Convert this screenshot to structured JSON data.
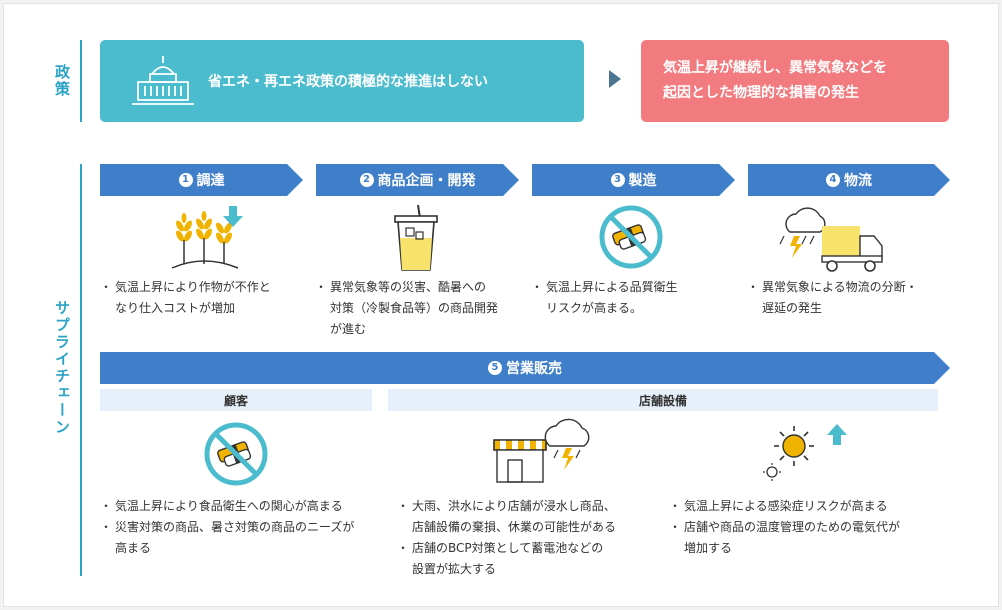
{
  "sections": {
    "policy_label": "政策",
    "supply_label": "サプライチェーン"
  },
  "policy": {
    "left_text": "省エネ・再エネ政策の積極的な推進はしない",
    "right_lines": [
      "気温上昇が継続し、異常気象などを",
      "起因とした物理的な損害の発生"
    ]
  },
  "stages": [
    {
      "num": "1",
      "label": "調達",
      "bullets": [
        [
          "気温上昇により作物が不作と",
          "なり仕入コストが増加"
        ]
      ]
    },
    {
      "num": "2",
      "label": "商品企画・開発",
      "bullets": [
        [
          "異常気象等の災害、酷暑への",
          "対策（冷製食品等）の商品開発",
          "が進む"
        ]
      ]
    },
    {
      "num": "3",
      "label": "製造",
      "bullets": [
        [
          "気温上昇による品質衛生",
          "リスクが高まる。"
        ]
      ]
    },
    {
      "num": "4",
      "label": "物流",
      "bullets": [
        [
          "異常気象による物流の分断・",
          "遅延の発生"
        ]
      ]
    }
  ],
  "sales": {
    "num": "5",
    "label": "営業販売",
    "customer_header": "顧客",
    "store_header": "店舗設備",
    "customer_bullets": [
      [
        "気温上昇により食品衛生への関心が高まる"
      ],
      [
        "災害対策の商品、暑さ対策の商品のニーズが",
        "高まる"
      ]
    ],
    "store_bullets": [
      [
        "大雨、洪水により店舗が浸水し商品、",
        "店舗設備の棄損、休業の可能性がある"
      ],
      [
        "店舗のBCP対策として蓄電池などの",
        "設置が拡大する"
      ]
    ],
    "heat_bullets": [
      [
        "気温上昇による感染症リスクが高まる"
      ],
      [
        "店舗や商品の温度管理のための電気代が",
        "増加する"
      ]
    ]
  },
  "icons": [
    "government-building-icon",
    "wheat-icon",
    "down-arrow-icon",
    "juice-drink-icon",
    "prohibited-food-icon",
    "storm-cloud-icon",
    "truck-icon",
    "storefront-icon",
    "sun-icon",
    "up-arrow-icon"
  ],
  "colors": {
    "teal": "#4bbccd",
    "pink": "#f27b80",
    "blue": "#3f7ec9",
    "label": "#2aa3c7",
    "wheat": "#f0b400"
  }
}
